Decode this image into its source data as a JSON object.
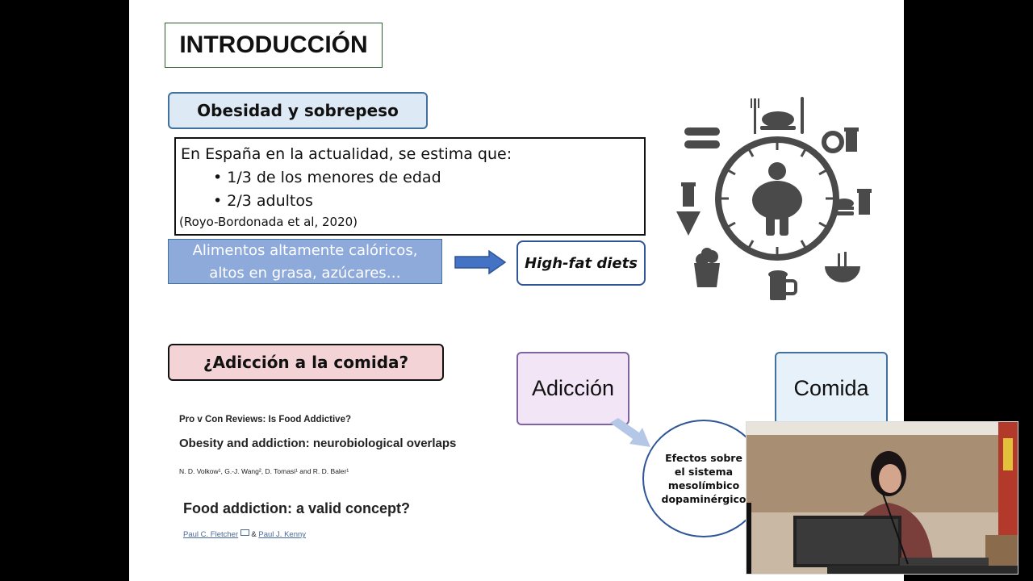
{
  "slide": {
    "title": "INTRODUCCIÓN",
    "section1": {
      "heading": "Obesidad y sobrepeso",
      "intro": "En España en la actualidad, se estima que:",
      "bullets": [
        "• 1/3 de los menores de edad",
        "• 2/3 adultos"
      ],
      "citation": "(Royo-Bordonada et al, 2020)",
      "foods_line1": "Alimentos altamente calóricos,",
      "foods_line2": "altos en grasa, azúcares…",
      "high_fat": "High-fat diets"
    },
    "section2": {
      "heading": "¿Adicción a la comida?",
      "addiction_box": "Adicción",
      "food_box": "Comida",
      "effects_circle": "Efectos sobre el sistema mesolímbico dopaminérgico",
      "paper1_series": "Pro v Con Reviews: Is Food Addictive?",
      "paper1_title": "Obesity and addiction: neurobiological overlaps",
      "paper1_authors": "N. D. Volkow¹, G.-J. Wang², D. Tomasi¹ and R. D. Baler¹",
      "paper2_title": "Food addiction: a valid concept?",
      "paper2_author1": "Paul C. Fletcher",
      "paper2_and": "&",
      "paper2_author2": "Paul J. Kenny"
    }
  },
  "colors": {
    "background": "#000000",
    "slide": "#ffffff",
    "heading_blue_fill": "#dde9f5",
    "heading_blue_border": "#41719c",
    "foods_fill": "#8eaadb",
    "heading_pink_fill": "#f3d3d6",
    "addiction_fill": "#f1e5f6",
    "food_fill": "#e6f1fa",
    "clock_gray": "#4a4a4a",
    "arrow_blue": "#4472c4"
  },
  "icons": [
    "food-clock-icon",
    "sausage-icon",
    "roast-chicken-icon",
    "donut-drink-icon",
    "drink-cup-icon",
    "pizza-icon",
    "burger-drink-icon",
    "popcorn-icon",
    "beer-mug-icon",
    "noodle-bowl-icon",
    "obese-person-icon",
    "envelope-icon"
  ]
}
